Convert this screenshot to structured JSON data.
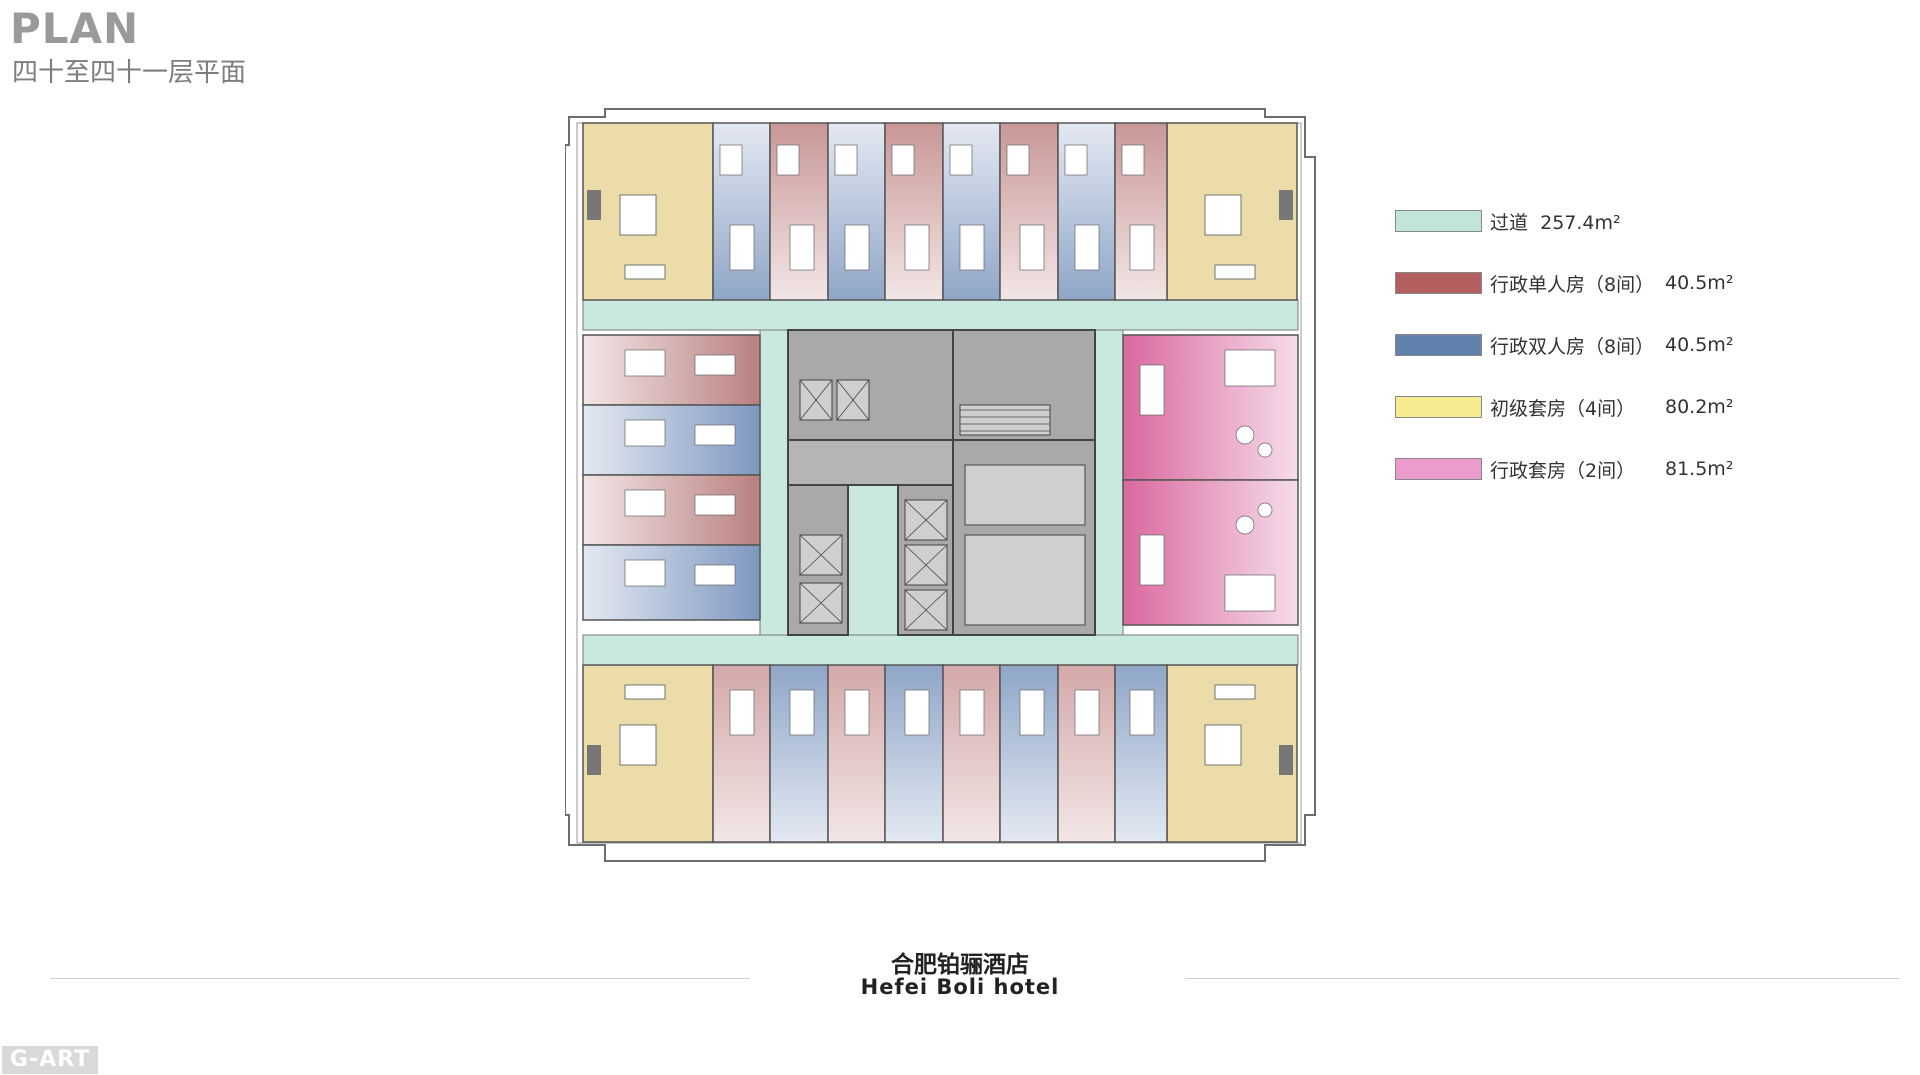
{
  "header": {
    "title": "PLAN",
    "subtitle": "四十至四十一层平面"
  },
  "legend": [
    {
      "label": "过道",
      "area": "257.4m²",
      "color": "#c2e5da"
    },
    {
      "label": "行政单人房（8间）",
      "area": "40.5m²",
      "color": "#b35f5f"
    },
    {
      "label": "行政双人房（8间）",
      "area": "40.5m²",
      "color": "#6182ad"
    },
    {
      "label": "初级套房（4间）",
      "area": "80.2m²",
      "color": "#f7eb91"
    },
    {
      "label": "行政套房（2间）",
      "area": "81.5m²",
      "color": "#ec9ccc"
    }
  ],
  "footer": {
    "name_cn": "合肥铂骊酒店",
    "name_en": "Hefei Boli  hotel"
  },
  "logo": {
    "text": "G-ART"
  },
  "colors": {
    "corridor": "#c9e8df",
    "single": "#d9b4b4",
    "double": "#b3c4dd",
    "junior": "#ecdcaa",
    "exec": "#ecaacb",
    "core": "#a9a9a9",
    "wall": "#555555"
  }
}
